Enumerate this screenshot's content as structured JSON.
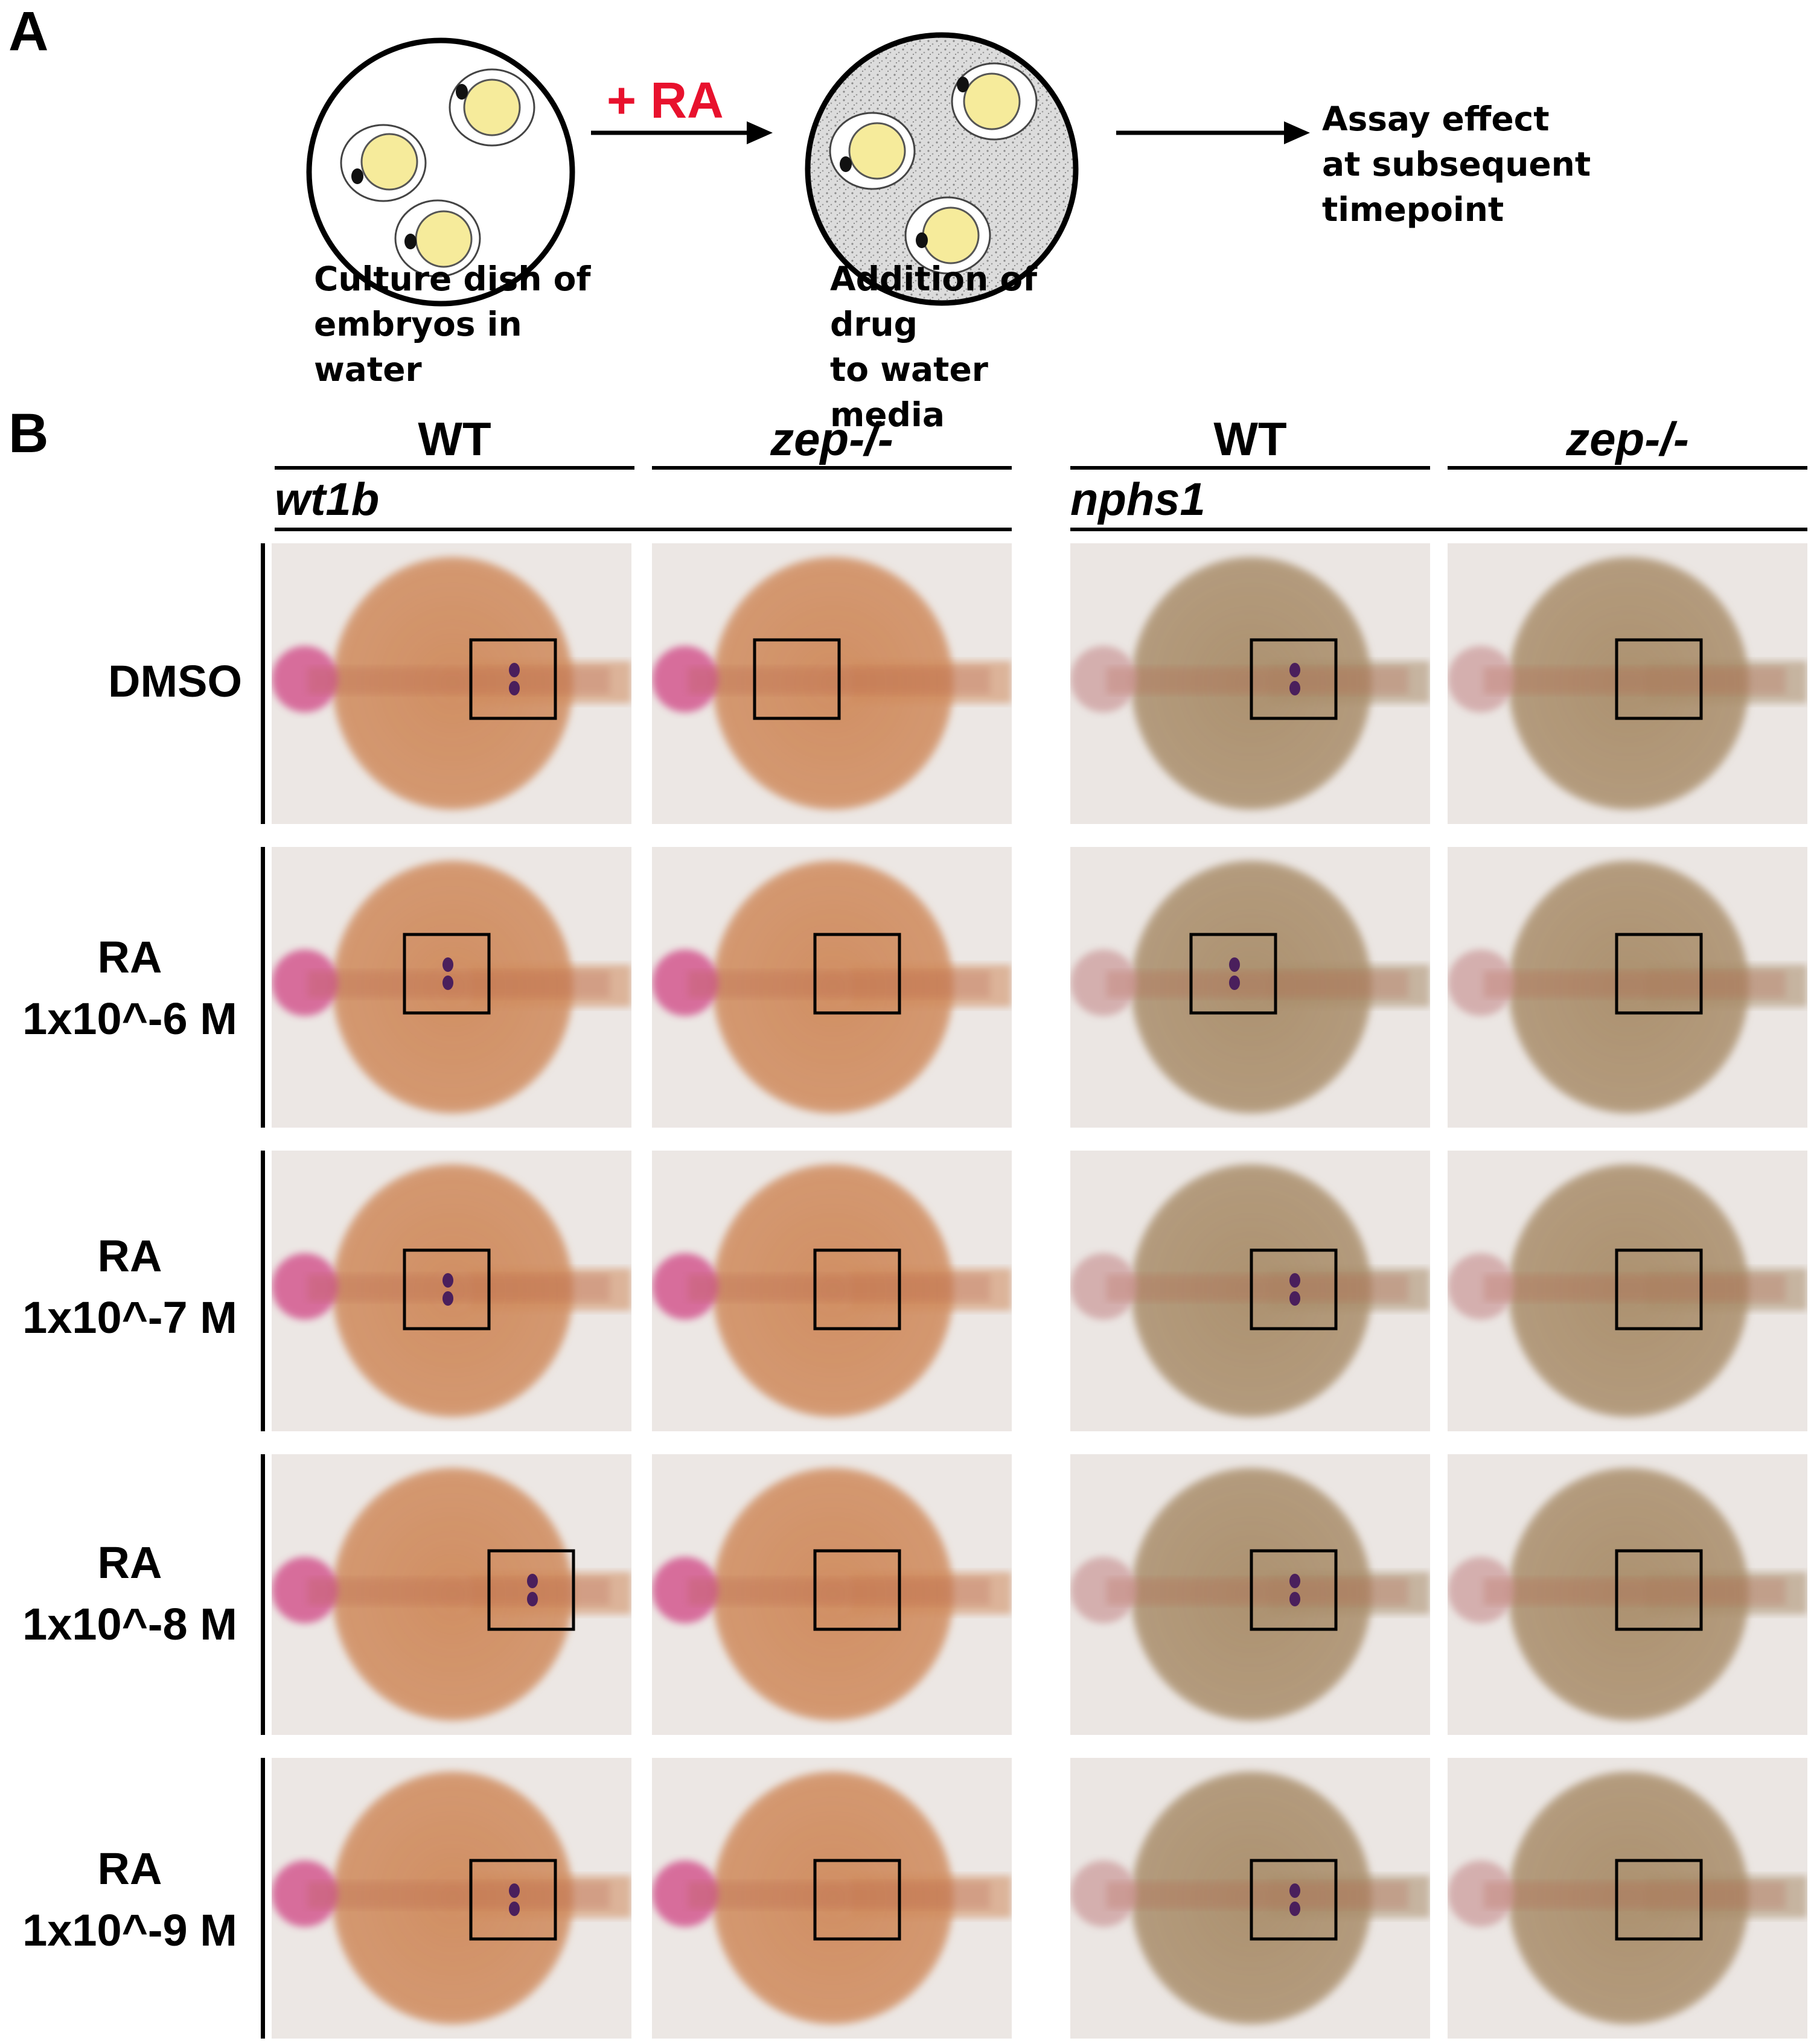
{
  "panel_a": {
    "label": "A",
    "dish1_caption": [
      "Culture dish of",
      "embryos in water"
    ],
    "treatment": "+ RA",
    "dish2_caption": [
      "Addition of drug",
      "to water media"
    ],
    "outcome": [
      "Assay effect",
      "at subsequent",
      "timepoint"
    ],
    "treatment_color": "#e8112d",
    "yolk_color": "#f6eb9b"
  },
  "panel_b": {
    "label": "B",
    "column_headers": [
      "WT",
      "zep-/-",
      "WT",
      "zep-/-"
    ],
    "probes": [
      "wt1b",
      "nphs1"
    ],
    "rows": [
      [
        "DMSO"
      ],
      [
        "RA",
        "1x10^-6 M"
      ],
      [
        "RA",
        "1x10^-7 M"
      ],
      [
        "RA",
        "1x10^-8 M"
      ],
      [
        "RA",
        "1x10^-9 M"
      ]
    ],
    "stain_color": "#4a1f5c",
    "wt1b_embryo_color": "#cf8a5c",
    "nphs1_embryo_color": "#a98d6a",
    "head_color": "#d2508a"
  }
}
